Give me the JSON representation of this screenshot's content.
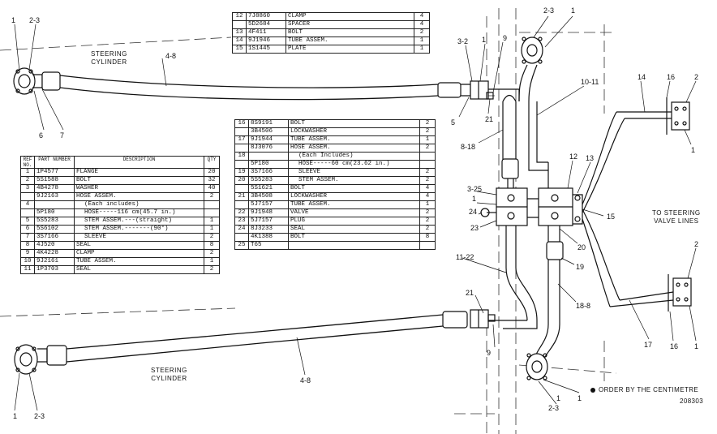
{
  "captions": {
    "steering_cylinder_top": "STEERING\nCYLINDER",
    "steering_cylinder_bottom": "STEERING\nCYLINDER",
    "valve_lines": "TO STEERING\nVALVE LINES",
    "order_note": "ORDER BY THE CENTIMETRE",
    "drawing_number": "208303"
  },
  "callouts": [
    {
      "id": "c01",
      "text": "1"
    },
    {
      "id": "c02",
      "text": "2-3"
    },
    {
      "id": "c03",
      "text": "4-8"
    },
    {
      "id": "c04",
      "text": "6"
    },
    {
      "id": "c05",
      "text": "7"
    },
    {
      "id": "c06",
      "text": "2-3"
    },
    {
      "id": "c07",
      "text": "1"
    },
    {
      "id": "c08",
      "text": "3-2"
    },
    {
      "id": "c09",
      "text": "1"
    },
    {
      "id": "c10",
      "text": "9"
    },
    {
      "id": "c11",
      "text": "5"
    },
    {
      "id": "c12",
      "text": "21"
    },
    {
      "id": "c13",
      "text": "10-11"
    },
    {
      "id": "c14",
      "text": "14"
    },
    {
      "id": "c15",
      "text": "16"
    },
    {
      "id": "c16",
      "text": "2"
    },
    {
      "id": "c17",
      "text": "1"
    },
    {
      "id": "c18",
      "text": "8-18"
    },
    {
      "id": "c19",
      "text": "3-25"
    },
    {
      "id": "c20",
      "text": "1"
    },
    {
      "id": "c21",
      "text": "24"
    },
    {
      "id": "c22",
      "text": "23"
    },
    {
      "id": "c23",
      "text": "12"
    },
    {
      "id": "c24",
      "text": "13"
    },
    {
      "id": "c25",
      "text": "15"
    },
    {
      "id": "c26",
      "text": "20"
    },
    {
      "id": "c27",
      "text": "19"
    },
    {
      "id": "c28",
      "text": "11-22"
    },
    {
      "id": "c29",
      "text": "18-8"
    },
    {
      "id": "c30",
      "text": "2"
    },
    {
      "id": "c31",
      "text": "21"
    },
    {
      "id": "c32",
      "text": "9"
    },
    {
      "id": "c33",
      "text": "17"
    },
    {
      "id": "c34",
      "text": "16"
    },
    {
      "id": "c35",
      "text": "1"
    },
    {
      "id": "c36",
      "text": "1"
    },
    {
      "id": "c37",
      "text": "2-3"
    },
    {
      "id": "c38",
      "text": "4-8"
    },
    {
      "id": "c39",
      "text": "2-3"
    },
    {
      "id": "c40",
      "text": "1"
    },
    {
      "id": "c41",
      "text": "1"
    }
  ],
  "table_top": {
    "rows": [
      {
        "ref": "12",
        "part": "7J8860",
        "desc": "CLAMP",
        "qty": "4"
      },
      {
        "ref": "",
        "part": "5D2684",
        "desc": "SPACER",
        "qty": "4"
      },
      {
        "ref": "13",
        "part": "4F411",
        "desc": "BOLT",
        "qty": "2"
      },
      {
        "ref": "14",
        "part": "9J1946",
        "desc": "TUBE ASSEM.",
        "qty": "1"
      },
      {
        "ref": "15",
        "part": "1S1445",
        "desc": "PLATE",
        "qty": "1"
      }
    ]
  },
  "table_mid": {
    "rows": [
      {
        "ref": "16",
        "part": "8S9191",
        "desc": "BOLT",
        "qty": "2",
        "sub": false
      },
      {
        "ref": "",
        "part": "3B4506",
        "desc": "LOCKWASHER",
        "qty": "2",
        "sub": false
      },
      {
        "ref": "17",
        "part": "9J1944",
        "desc": "TUBE ASSEM.",
        "qty": "1",
        "sub": false
      },
      {
        "ref": "",
        "part": "8J3076",
        "desc": "HOSE ASSEM.",
        "qty": "2",
        "sub": false
      },
      {
        "ref": "18",
        "part": "",
        "desc": "(Each Includes)",
        "qty": "",
        "sub": true
      },
      {
        "ref": "",
        "part": "5P180",
        "desc": "HOSE-----60 cm(23.62 in.)",
        "qty": "",
        "sub": true
      },
      {
        "ref": "19",
        "part": "3S7166",
        "desc": "SLEEVE",
        "qty": "2",
        "sub": true
      },
      {
        "ref": "20",
        "part": "5S5283",
        "desc": "STEM ASSEM.",
        "qty": "2",
        "sub": true
      },
      {
        "ref": "",
        "part": "5S1621",
        "desc": "BOLT",
        "qty": "4",
        "sub": false
      },
      {
        "ref": "21",
        "part": "3B4508",
        "desc": "LOCKWASHER",
        "qty": "4",
        "sub": false
      },
      {
        "ref": "",
        "part": "5J7157",
        "desc": "TUBE ASSEM.",
        "qty": "1",
        "sub": false
      },
      {
        "ref": "22",
        "part": "9J1948",
        "desc": "VALVE",
        "qty": "2",
        "sub": false
      },
      {
        "ref": "23",
        "part": "5J7157",
        "desc": "PLUG",
        "qty": "2",
        "sub": false
      },
      {
        "ref": "24",
        "part": "8J3233",
        "desc": "SEAL",
        "qty": "2",
        "sub": false
      },
      {
        "ref": "",
        "part": "4K1388",
        "desc": "BOLT",
        "qty": "8",
        "sub": false
      },
      {
        "ref": "25",
        "part": "T65",
        "desc": "",
        "qty": "",
        "sub": false
      }
    ]
  },
  "table_left": {
    "headers": {
      "ref": "REF NO.",
      "part": "PART NUMBER",
      "desc": "DESCRIPTION",
      "qty": "QTY"
    },
    "rows": [
      {
        "ref": "1",
        "part": "1P4577",
        "desc": "FLANGE",
        "qty": "20",
        "sub": false
      },
      {
        "ref": "2",
        "part": "5S1588",
        "desc": "BOLT",
        "qty": "32",
        "sub": false
      },
      {
        "ref": "3",
        "part": "4B4278",
        "desc": "WASHER",
        "qty": "40",
        "sub": false
      },
      {
        "ref": "",
        "part": "9J2163",
        "desc": "HOSE ASSEM.",
        "qty": "2",
        "sub": false
      },
      {
        "ref": "4",
        "part": "",
        "desc": "(Each includes)",
        "qty": "",
        "sub": true
      },
      {
        "ref": "",
        "part": "5P180",
        "desc": "HOSE-----116 cm(45.7 in.)",
        "qty": "",
        "sub": true
      },
      {
        "ref": "5",
        "part": "5S5283",
        "desc": "STEM ASSEM.---(straight)",
        "qty": "1",
        "sub": true
      },
      {
        "ref": "6",
        "part": "5S6102",
        "desc": "STEM ASSEM.-------(90°)",
        "qty": "1",
        "sub": true
      },
      {
        "ref": "7",
        "part": "3S7166",
        "desc": "SLEEVE",
        "qty": "2",
        "sub": true
      },
      {
        "ref": "8",
        "part": "4J520",
        "desc": "SEAL",
        "qty": "8",
        "sub": false
      },
      {
        "ref": "9",
        "part": "4K4228",
        "desc": "CLAMP",
        "qty": "2",
        "sub": false
      },
      {
        "ref": "10",
        "part": "9J2161",
        "desc": "TUBE ASSEM.",
        "qty": "1",
        "sub": false
      },
      {
        "ref": "11",
        "part": "1P3703",
        "desc": "SEAL",
        "qty": "2",
        "sub": false
      }
    ]
  }
}
